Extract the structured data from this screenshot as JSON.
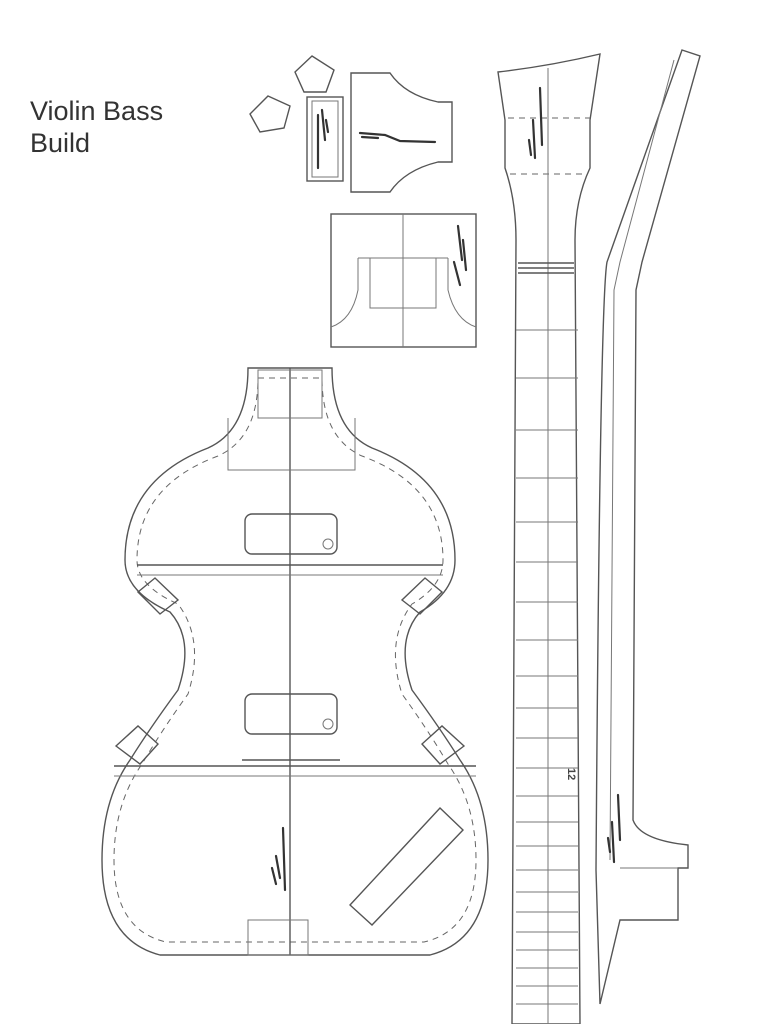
{
  "title": {
    "line1": "Violin Bass",
    "line2": "Build"
  },
  "neck": {
    "fret_marker_label": "12"
  },
  "colors": {
    "line": "#555555",
    "text": "#333333",
    "background": "#ffffff"
  }
}
